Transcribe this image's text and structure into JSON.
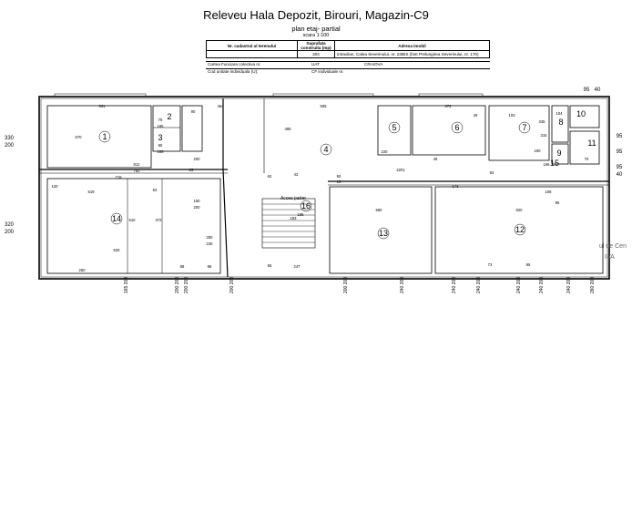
{
  "header": {
    "title": "Releveu Hala Depozit, Birouri, Magazin-C9",
    "subtitle": "plan etaj- partial",
    "scale": "scara 1:100"
  },
  "info_table": {
    "col_cadastral": "Nr. cadastral al terenului",
    "col_area": "Suprafata construita (mp)",
    "col_address": "Adresa imobil",
    "area_value": "304",
    "address_value": "intravilan, Calea Severinului, nr. 23BIS (fost Prelungirea Severinului, nr. 170)"
  },
  "registry": {
    "carte_funciara_label": "Cartea Funciara colectiva nr.",
    "uat_label": "UAT",
    "uat_value": "CRAIOVA",
    "cod_unitate_label": "Cod unitate individuala (U):",
    "cf_individuale_label": "CF individuale nr."
  },
  "plan": {
    "room_numbers": [
      "1",
      "2",
      "3",
      "4",
      "5",
      "6",
      "7",
      "8",
      "9",
      "10",
      "11",
      "12",
      "13",
      "14",
      "15",
      "16"
    ],
    "access_label": "Acces parter",
    "dimensions": [
      "531",
      "570",
      "454",
      "505",
      "372",
      "90",
      "104",
      "75",
      "80",
      "185",
      "165",
      "485",
      "812",
      "2201",
      "762",
      "519",
      "718",
      "63",
      "520",
      "510",
      "372",
      "150",
      "200",
      "250",
      "225",
      "98",
      "62",
      "90",
      "15",
      "173",
      "83",
      "88",
      "185",
      "560",
      "42",
      "108",
      "95",
      "920",
      "260",
      "247",
      "166",
      "183",
      "73",
      "95",
      "66",
      "70",
      "200",
      "120",
      "25",
      "220",
      "190",
      "315",
      "345",
      "103",
      "26",
      "46"
    ]
  },
  "side_labels": {
    "left_top_a": "330",
    "left_top_b": "200",
    "left_mid_a": "320",
    "left_mid_b": "200",
    "right_a": "95",
    "right_b": "95",
    "right_c": "95",
    "right_d": "40",
    "top_right_a": "95",
    "top_right_b": "40"
  },
  "bottom_labels": [
    "165 200",
    "200 200",
    "200 200",
    "200 200",
    "200 200",
    "240 200",
    "240 200",
    "240 200",
    "240 200",
    "240 200",
    "240 200",
    "260 200"
  ],
  "edge_text": {
    "corner_a": "ul de Cen",
    "corner_b": "IVA"
  }
}
